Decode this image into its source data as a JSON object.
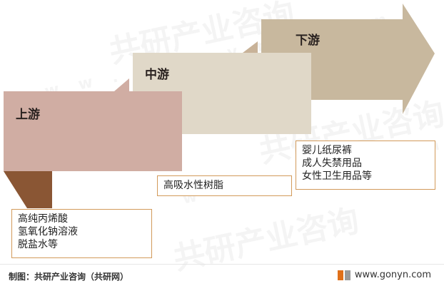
{
  "watermark": {
    "brand": "共研产业咨询",
    "url": "w w w . g o n y n . c o m"
  },
  "stages": [
    {
      "title": "上游",
      "items": [
        "高纯丙烯酸",
        "氢氧化钠溶液",
        "脱盐水等"
      ]
    },
    {
      "title": "中游",
      "items": [
        "高吸水性树脂"
      ]
    },
    {
      "title": "下游",
      "items": [
        "婴儿纸尿裤",
        "成人失禁用品",
        "女性卫生用品等"
      ]
    }
  ],
  "colors": {
    "upstream_face": "#d0ada3",
    "upstream_fold": "#b07a62",
    "upstream_tail": "#8a5634",
    "midstream_face": "#e0d8c8",
    "midstream_fold": "#c8b298",
    "downstream_face": "#c8b89e",
    "downstream_fold": "#b3a180",
    "box_border": "#d29a5a"
  },
  "footer": {
    "source": "制图：共研产业咨询（共研网）",
    "site": "www.gonyn.com"
  }
}
